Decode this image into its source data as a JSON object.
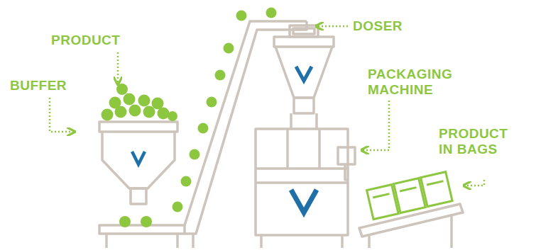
{
  "diagram": {
    "labels": [
      "PRODUCT",
      "BUFFER",
      "DOSER",
      "PACKAGING MACHINE",
      "PRODUCT IN BAGS"
    ]
  }
}
